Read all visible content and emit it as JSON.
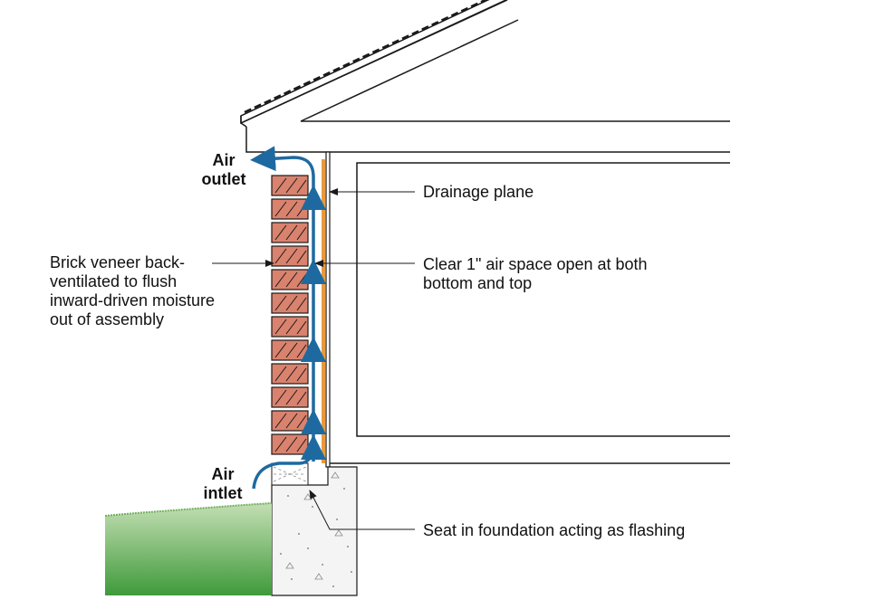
{
  "labels": {
    "air_outlet_1": "Air",
    "air_outlet_2": "outlet",
    "air_inlet_1": "Air",
    "air_inlet_2": "intlet",
    "drainage_plane": "Drainage plane",
    "air_space_1": "Clear 1\" air space open at both",
    "air_space_2": "bottom and top",
    "brick_1": "Brick veneer back-",
    "brick_2": "ventilated to flush",
    "brick_3": "inward-driven moisture",
    "brick_4": "out of assembly",
    "seat": "Seat in foundation acting as flashing"
  },
  "colors": {
    "brick": "#d9826e",
    "airflow": "#1e6aa0",
    "drainage_plane": "#e89a3c",
    "grass_top": "#b8d8a8",
    "grass_bottom": "#3f9a3a",
    "line": "#1a1a1a"
  }
}
